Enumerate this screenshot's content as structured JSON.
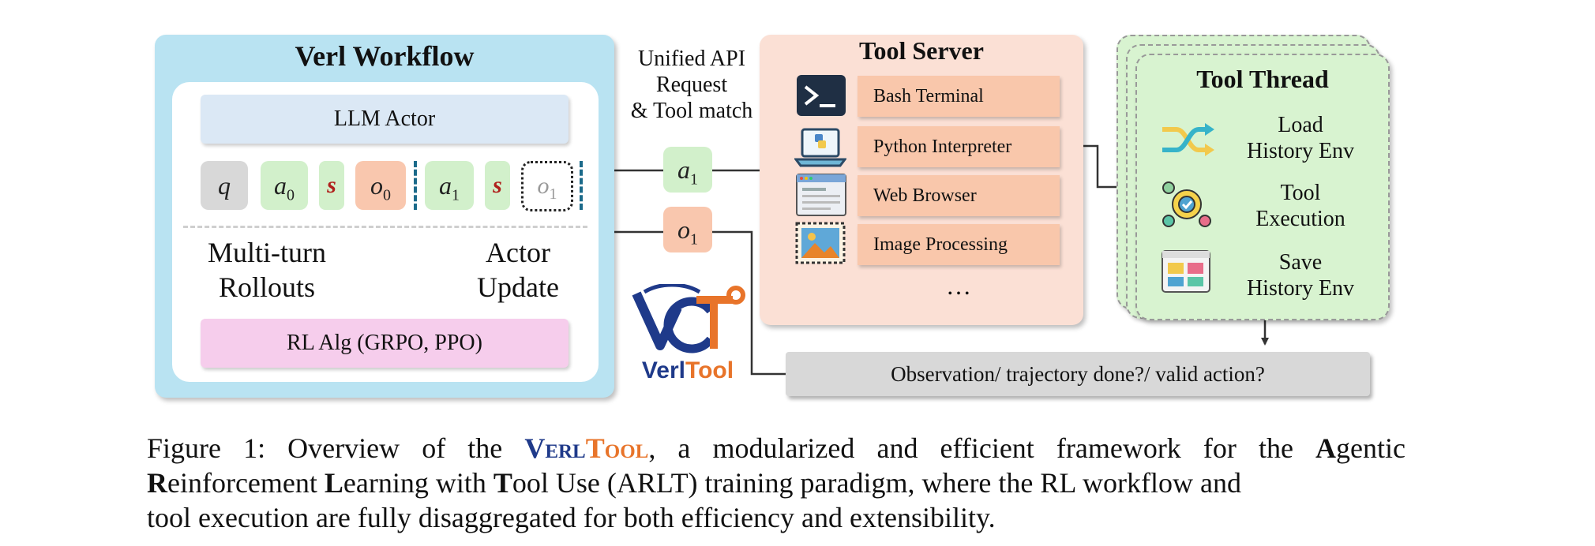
{
  "verl_workflow": {
    "title": "Verl Workflow",
    "llm_actor": "LLM Actor",
    "tokens": [
      {
        "base": "q",
        "sub": "",
        "kind": "query"
      },
      {
        "base": "a",
        "sub": "0",
        "kind": "action"
      },
      {
        "base": "s",
        "sub": "",
        "kind": "sep"
      },
      {
        "base": "o",
        "sub": "0",
        "kind": "obs"
      },
      {
        "base": "a",
        "sub": "1",
        "kind": "action"
      },
      {
        "base": "s",
        "sub": "",
        "kind": "sep"
      },
      {
        "base": "o",
        "sub": "1",
        "kind": "pending"
      }
    ],
    "left_cycle_label_1": "Multi-turn",
    "left_cycle_label_2": "Rollouts",
    "right_cycle_label_1": "Actor",
    "right_cycle_label_2": "Update",
    "rl_alg": "RL Alg (GRPO, PPO)"
  },
  "api_label": [
    "Unified API",
    "Request",
    "& Tool match"
  ],
  "messages": {
    "action": {
      "base": "a",
      "sub": "1"
    },
    "observation": {
      "base": "o",
      "sub": "1"
    }
  },
  "tool_server": {
    "title": "Tool Server",
    "tools": [
      {
        "label": "Bash Terminal",
        "icon": "terminal-icon"
      },
      {
        "label": "Python Interpreter",
        "icon": "python-laptop-icon"
      },
      {
        "label": "Web Browser",
        "icon": "browser-icon"
      },
      {
        "label": "Image Processing",
        "icon": "image-icon"
      }
    ],
    "more": "…"
  },
  "tool_thread": {
    "title": "Tool Thread",
    "steps": [
      {
        "line1": "Load",
        "line2": "History Env",
        "icon": "shuffle-icon"
      },
      {
        "line1": "Tool",
        "line2": "Execution",
        "icon": "gear-check-icon"
      },
      {
        "line1": "Save",
        "line2": "History Env",
        "icon": "dashboard-icon"
      }
    ]
  },
  "observation_bar": "Observation/ trajectory done?/ valid action?",
  "logo": {
    "mark": "VT",
    "wordmark_part1": "Verl",
    "wordmark_part2": "Tool"
  },
  "caption": {
    "prefix": "Figure 1:  Overview of the ",
    "name_part1": "Verl",
    "name_part2": "Tool",
    "text_a": ", a modularized and efficient framework for the ",
    "bold_a": "A",
    "text_b": "gentic",
    "bold_r": "R",
    "text_c": "einforcement ",
    "bold_l": "L",
    "text_d": "earning with ",
    "bold_t": "T",
    "text_e": "ool Use (ARLT) training paradigm, where the RL workflow and",
    "line3": "tool execution are fully disaggregated for both efficiency and extensibility."
  },
  "colors": {
    "workflow_bg": "#b9e3f2",
    "llm_actor_bg": "#dbe8f5",
    "rl_alg_bg": "#f6cdec",
    "action_bg": "#d2f0cb",
    "obs_bg": "#f9c7ae",
    "query_bg": "#d8d8d8",
    "tool_server_bg": "#fbe0d5",
    "tool_item_bg": "#f9c7ab",
    "tool_thread_bg": "#d8f3d0",
    "obs_bar_bg": "#d8d8d8",
    "brand_blue": "#1f3a8a",
    "brand_orange": "#e8742a"
  }
}
